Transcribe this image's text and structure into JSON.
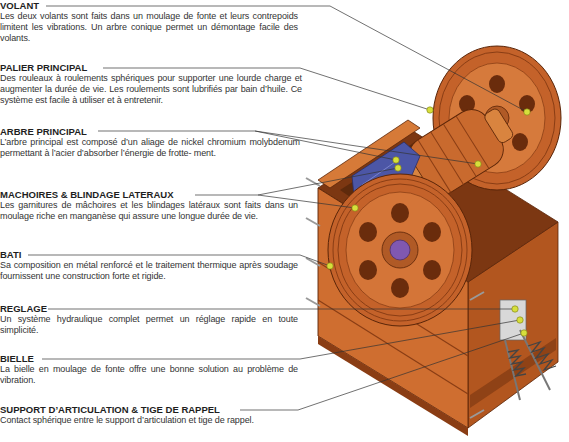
{
  "diagram": {
    "labels": [
      "VOLANT",
      "Les deux volants sont faits dans un moulage de fonte et leurs contrepoids limitent les vibrations. Un arbre conique permet un démontage facile des volants.",
      "PALIER PRINCIPAL",
      "Des rouleaux à roulements sphériques pour supporter une lourde charge et augmenter la durée de vie. Les roulements sont lubrifiés par bain d’huile. Ce système est facile à utiliser et à entretenir.",
      "ARBRE PRINCIPAL",
      "L’arbre principal est composé d’un aliage de nickel chromium molybdenum permettant à l’acier d’absorber l’énergie de frotte- ment.",
      "MACHOIRES & BLINDAGE LATERAUX",
      "Les garnitures de mâchoires et les blindages latéraux sont faits dans un moulage riche en manganèse qui assure une longue durée de vie.",
      "BATI",
      "Sa composition en métal renforcé et le traitement thermique après soudage fournissent une construction forte et rigide.",
      "REGLAGE",
      "Un système hydraulique complet permet un réglage rapide en toute simplicité.",
      "BIELLE",
      "La bielle en moulage de fonte offre une bonne solution au problème de vibration.",
      "SUPPORT D’ARTICULATION & TIGE DE RAPPEL",
      "Contact sphérique entre le support d’articulation et tige de rappel."
    ]
  }
}
